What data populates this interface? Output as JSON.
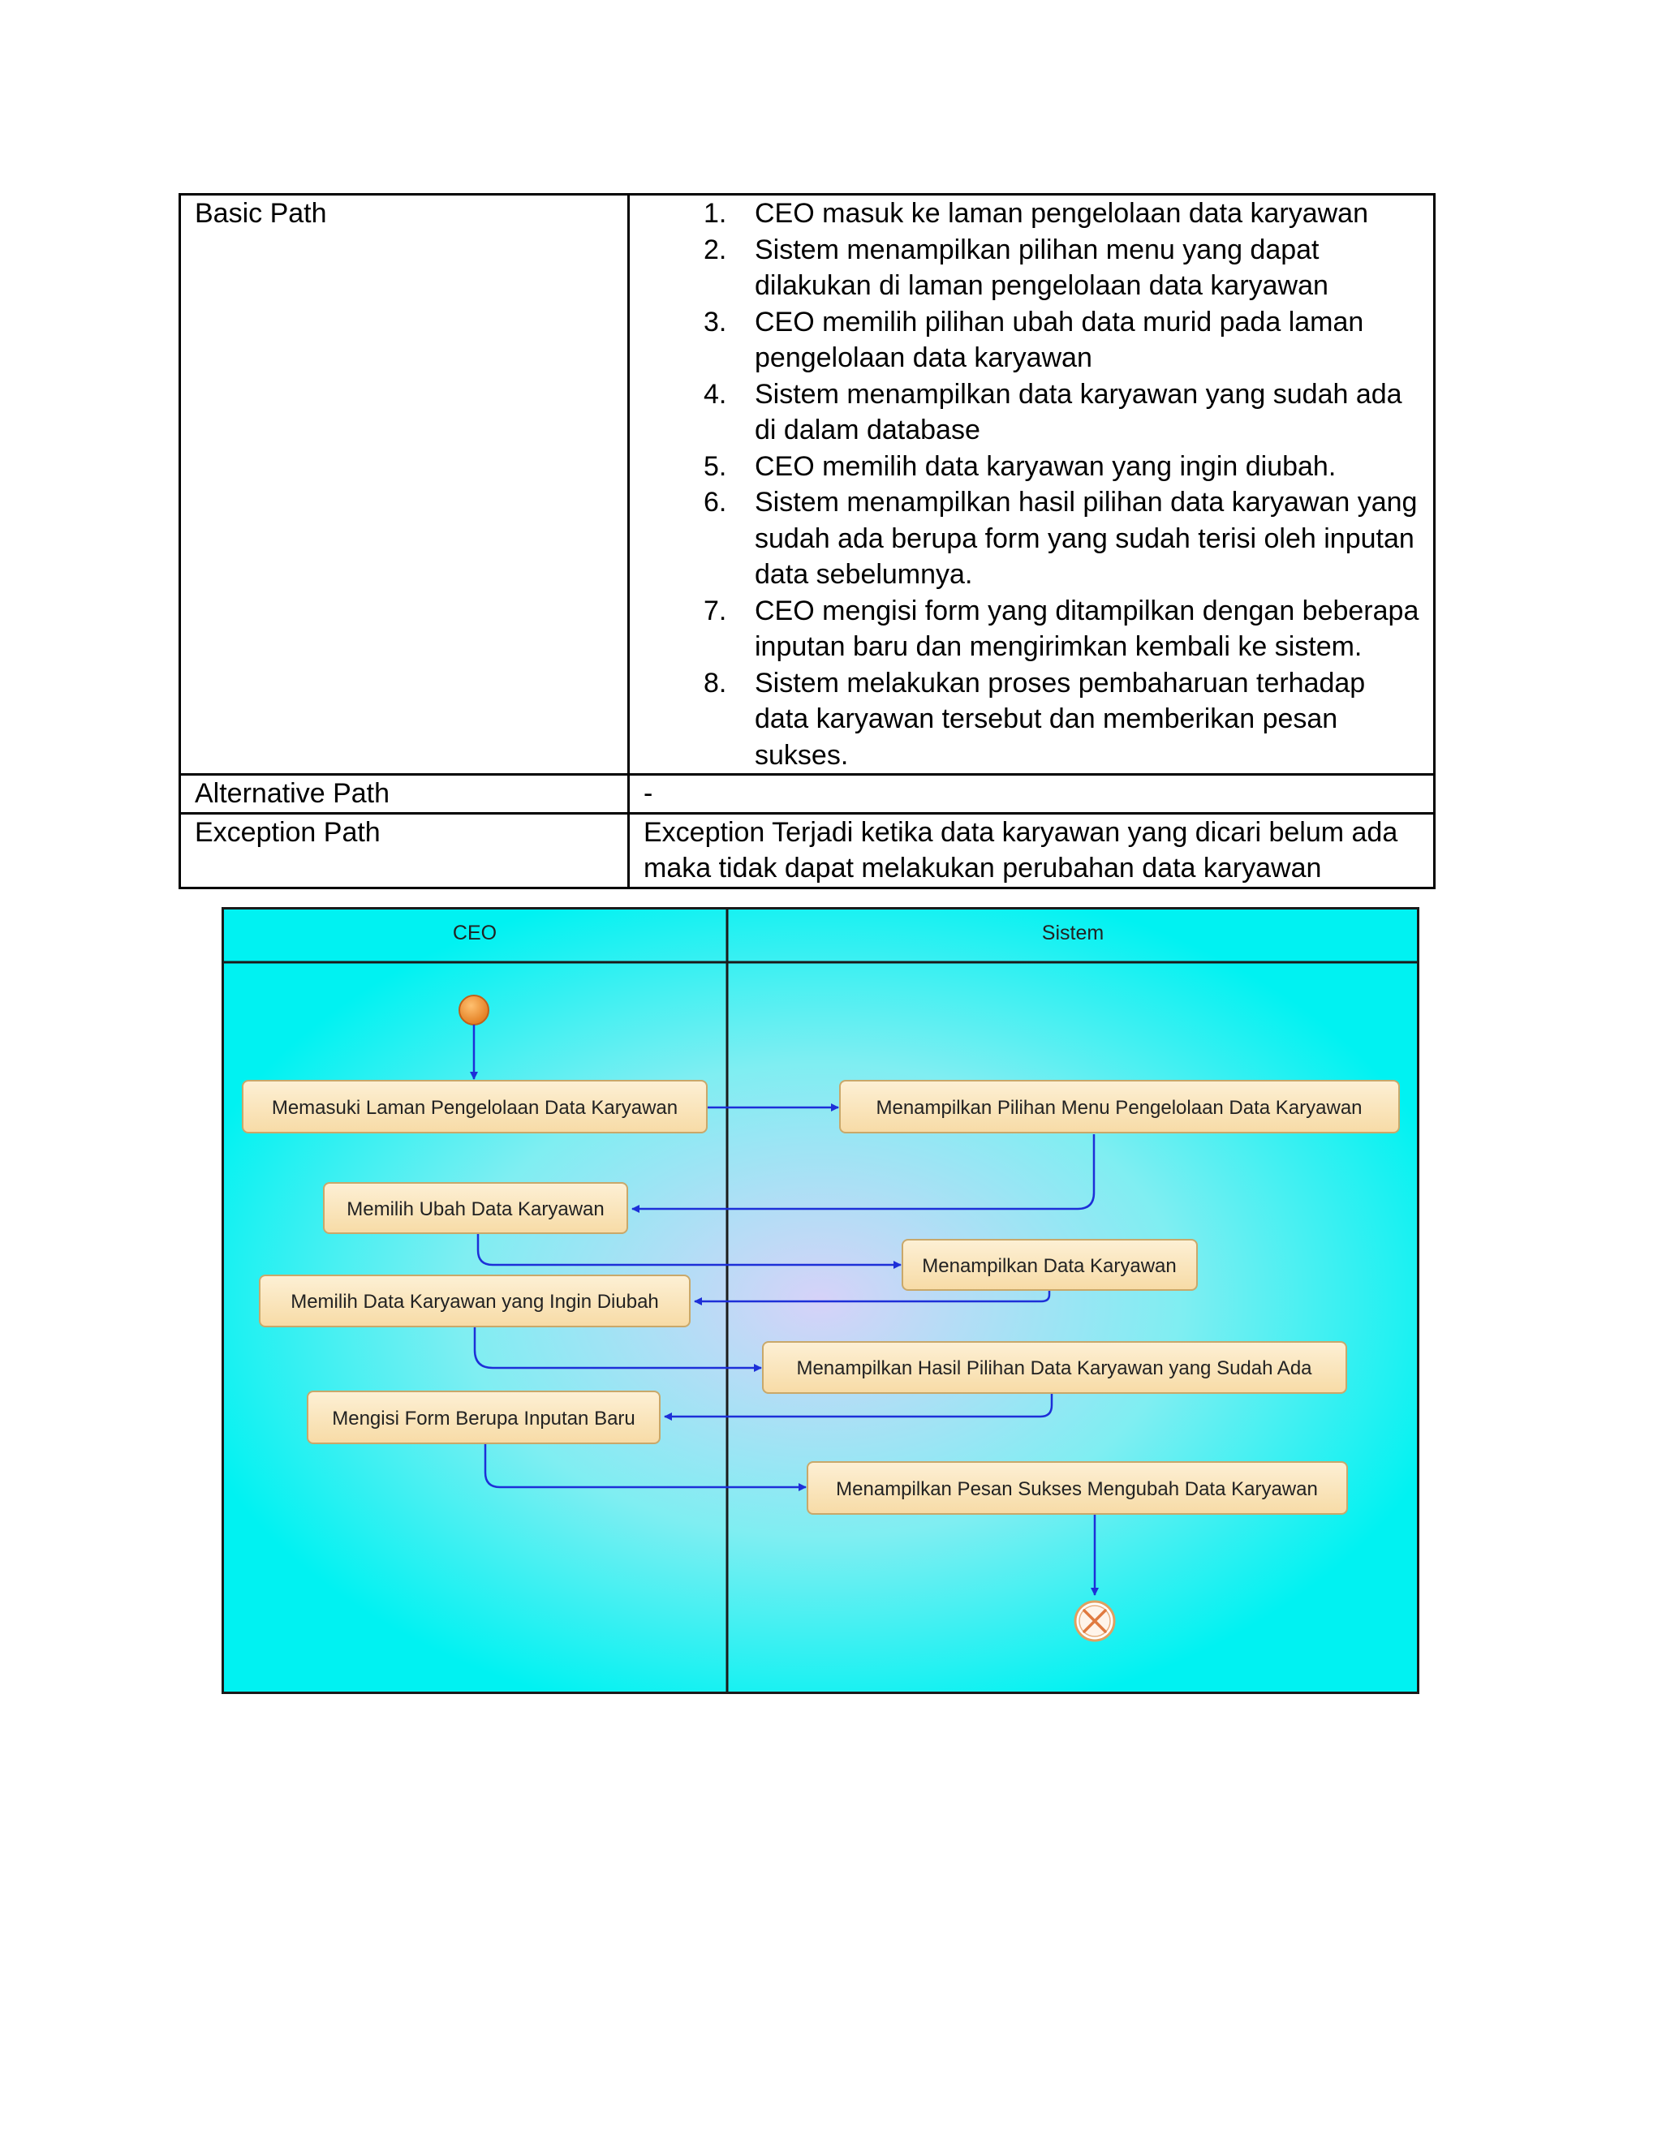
{
  "table": {
    "rows": [
      {
        "label": "Basic Path",
        "steps": [
          {
            "num": "1.",
            "text": "CEO masuk ke laman pengelolaan data karyawan"
          },
          {
            "num": "2.",
            "text": "Sistem menampilkan pilihan menu yang dapat dilakukan di laman pengelolaan data karyawan"
          },
          {
            "num": "3.",
            "text": "CEO memilih pilihan ubah data murid pada laman pengelolaan data karyawan"
          },
          {
            "num": "4.",
            "text": "Sistem menampilkan data karyawan yang sudah ada di dalam database"
          },
          {
            "num": "5.",
            "text": "CEO memilih data karyawan yang ingin diubah."
          },
          {
            "num": "6.",
            "text": "Sistem menampilkan hasil pilihan data karyawan yang sudah ada berupa form yang sudah terisi oleh inputan data sebelumnya."
          },
          {
            "num": "7.",
            "text": "CEO mengisi form yang ditampilkan dengan beberapa inputan baru dan mengirimkan kembali ke sistem."
          },
          {
            "num": "8.",
            "text": "Sistem melakukan proses pembaharuan terhadap data karyawan tersebut dan memberikan pesan sukses."
          }
        ]
      },
      {
        "label": "Alternative Path",
        "value": "-"
      },
      {
        "label": "Exception Path",
        "value": "Exception Terjadi ketika data karyawan yang dicari belum ada maka tidak dapat melakukan perubahan data karyawan"
      }
    ]
  },
  "diagram": {
    "lanes": [
      "CEO",
      "Sistem"
    ],
    "nodes": [
      "Memasuki Laman Pengelolaan Data Karyawan",
      "Menampilkan Pilihan Menu Pengelolaan Data Karyawan",
      "Memilih Ubah Data Karyawan",
      "Menampilkan Data Karyawan",
      "Memilih Data Karyawan yang Ingin Diubah",
      "Menampilkan Hasil Pilihan Data Karyawan yang Sudah Ada",
      "Mengisi Form Berupa Inputan Baru",
      "Menampilkan Pesan Sukses Mengubah Data Karyawan"
    ],
    "colors": {
      "background": "#00f2f2",
      "glow": "#d6d2f8",
      "node_fill": "#fbe6bf",
      "node_border": "#c9a86a",
      "flow": "#1d2fd8",
      "start": "#f28a1e"
    }
  }
}
